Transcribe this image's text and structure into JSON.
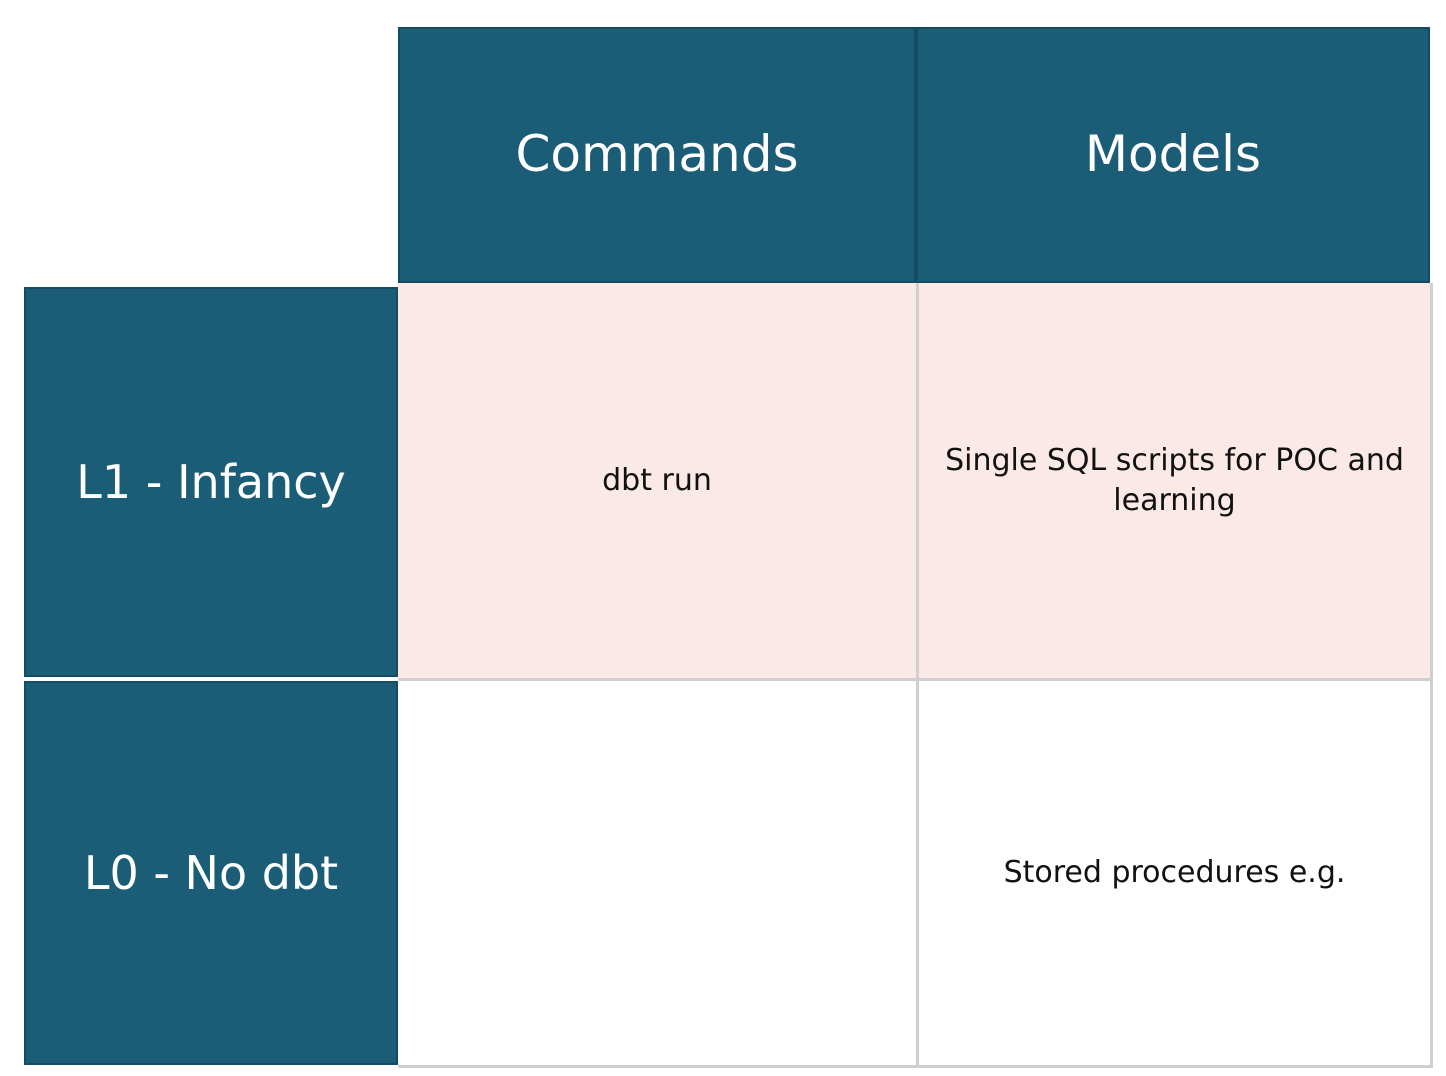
{
  "matrix": {
    "corner": {
      "label": ""
    },
    "columns": [
      {
        "key": "commands",
        "label": "Commands"
      },
      {
        "key": "models",
        "label": "Models"
      }
    ],
    "rows": [
      {
        "key": "l1",
        "label": "L1 - Infancy",
        "tint": "#fbe9e7",
        "cells": {
          "commands": "dbt run",
          "models": "Single SQL scripts for POC and learning"
        }
      },
      {
        "key": "l0",
        "label": "L0 - No dbt",
        "tint": "#ffffff",
        "cells": {
          "commands": "",
          "models": "Stored procedures e.g."
        }
      }
    ]
  },
  "colors": {
    "header_teal": "#1b5c77",
    "header_teal_border": "#164c62",
    "row_tint_pink": "#fbe9e7",
    "grid_line": "#cfcfcf",
    "header_text": "#ffffff",
    "body_text": "#111111",
    "canvas": "#ffffff"
  }
}
